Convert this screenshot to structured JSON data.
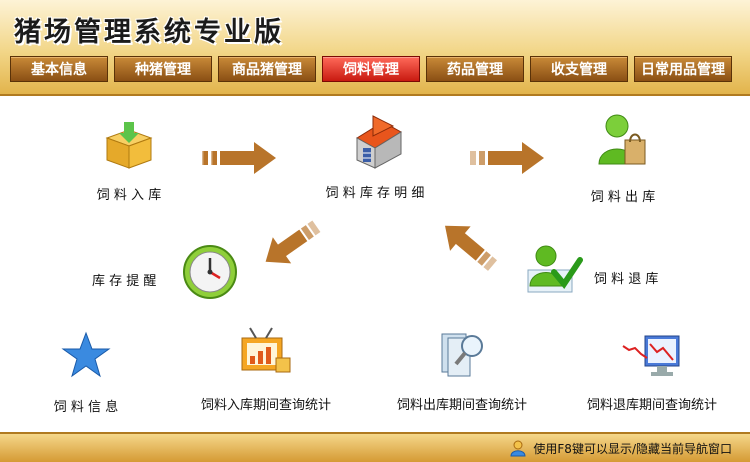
{
  "app": {
    "title": "猪场管理系统专业版"
  },
  "nav": {
    "tabs": [
      {
        "label": "基本信息"
      },
      {
        "label": "种猪管理"
      },
      {
        "label": "商品猪管理"
      },
      {
        "label": "饲料管理",
        "active": true
      },
      {
        "label": "药品管理"
      },
      {
        "label": "收支管理"
      },
      {
        "label": "日常用品管理"
      }
    ]
  },
  "main": {
    "feed_in": "饲 料 入 库",
    "inventory_detail": "饲 料 库 存 明 细",
    "feed_out": "饲 料 出 库",
    "stock_alert": "库 存 提 醒",
    "feed_return": "饲 料 退 库",
    "feed_info": "饲 料 信 息",
    "in_stats": "饲料入库期间查询统计",
    "out_stats": "饲料出库期间查询统计",
    "return_stats": "饲料退库期间查询统计"
  },
  "footer": {
    "hint": "使用F8键可以显示/隐藏当前导航窗口"
  },
  "colors": {
    "active_tab": "#d42a1c",
    "tab": "#a86a24",
    "arrow": "#b8742a"
  }
}
